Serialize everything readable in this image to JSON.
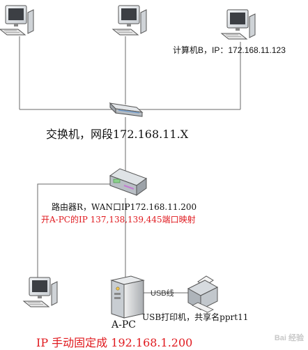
{
  "computer_b_label": "计算机B，IP：172.168.11.123",
  "switch_label": "交换机，网段172.168.11.X",
  "router_label": "路由器R，WAN口IP172.168.11.200",
  "port_mapping_label": "开A-PC的IP 137,138,139,445端口映射",
  "usb_cable_label": "USB线",
  "printer_label": "USB打印机，共享名pprt11",
  "apc_label": "A-PC",
  "apc_ip_label": "IP 手动固定成 192.168.1.200",
  "watermark": "Bai 经验",
  "colors": {
    "line": "#6a6a6a",
    "highlight": "#e0191e",
    "device": "#9aa0a6"
  }
}
